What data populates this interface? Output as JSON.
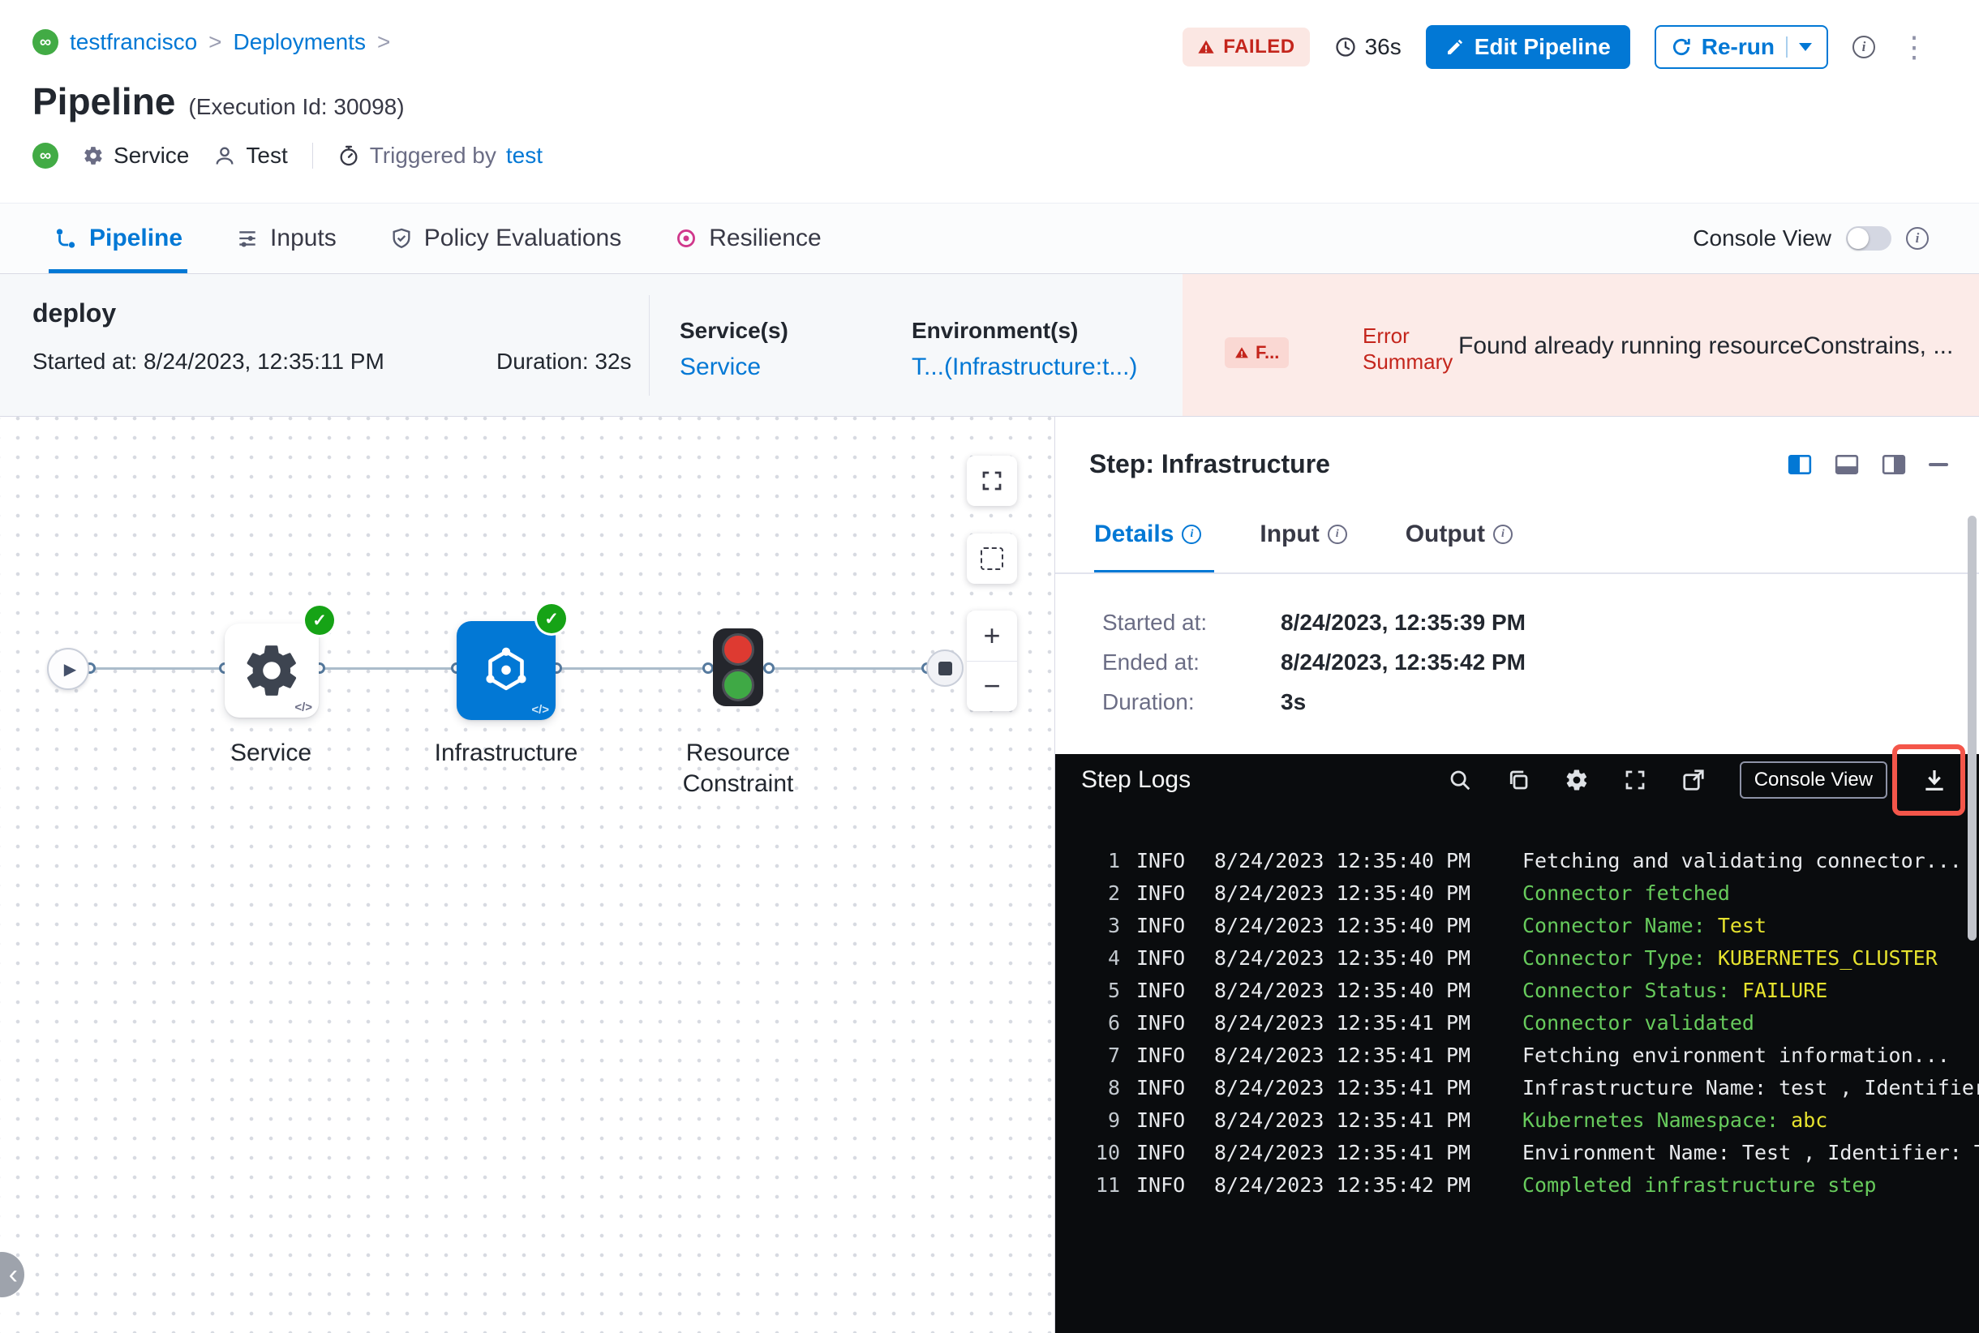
{
  "colors": {
    "accent": "#0278d5",
    "error": "#c4251c",
    "success": "#16a316",
    "log_white": "#e8eaed",
    "log_green": "#67cb5c",
    "log_yellow": "#e6e22e"
  },
  "breadcrumb": {
    "items": [
      "testfrancisco",
      "Deployments"
    ],
    "separator": ">"
  },
  "header": {
    "status": "FAILED",
    "total_duration": "36s",
    "edit_button": "Edit Pipeline",
    "rerun_button": "Re-run",
    "title": "Pipeline",
    "execution_id": "(Execution Id: 30098)",
    "service_label": "Service",
    "user_label": "Test",
    "triggered_by_label": "Triggered by",
    "triggered_by_value": "test"
  },
  "tabs": {
    "items": [
      "Pipeline",
      "Inputs",
      "Policy Evaluations",
      "Resilience"
    ],
    "console_view_label": "Console View"
  },
  "summary": {
    "stage_name": "deploy",
    "started": "Started at: 8/24/2023, 12:35:11 PM",
    "duration": "Duration: 32s",
    "services_label": "Service(s)",
    "services_value": "Service",
    "environments_label": "Environment(s)",
    "environments_value": "T...(Infrastructure:t...)",
    "error_badge": "F...",
    "error_summary_label": "Error Summary",
    "error_text": "Found already running resourceConstrains, ..."
  },
  "canvas": {
    "nodes": [
      "Service",
      "Infrastructure",
      "Resource Constraint"
    ],
    "zoom_in": "+",
    "zoom_out": "−"
  },
  "panel": {
    "title": "Step: Infrastructure",
    "tabs": [
      "Details",
      "Input",
      "Output"
    ],
    "details": [
      {
        "label": "Started at:",
        "value": "8/24/2023, 12:35:39 PM"
      },
      {
        "label": "Ended at:",
        "value": "8/24/2023, 12:35:42 PM"
      },
      {
        "label": "Duration:",
        "value": "3s"
      }
    ]
  },
  "logs": {
    "title": "Step Logs",
    "console_view_button": "Console View",
    "lines": [
      {
        "num": "1",
        "level": "INFO",
        "time": "8/24/2023 12:35:40 PM",
        "segments": [
          [
            "white",
            "Fetching and validating connector..."
          ]
        ]
      },
      {
        "num": "2",
        "level": "INFO",
        "time": "8/24/2023 12:35:40 PM",
        "segments": [
          [
            "green",
            "Connector fetched"
          ]
        ]
      },
      {
        "num": "3",
        "level": "INFO",
        "time": "8/24/2023 12:35:40 PM",
        "segments": [
          [
            "green",
            "Connector Name: "
          ],
          [
            "yellow",
            "Test"
          ]
        ]
      },
      {
        "num": "4",
        "level": "INFO",
        "time": "8/24/2023 12:35:40 PM",
        "segments": [
          [
            "green",
            "Connector Type: "
          ],
          [
            "yellow",
            "KUBERNETES_CLUSTER"
          ]
        ]
      },
      {
        "num": "5",
        "level": "INFO",
        "time": "8/24/2023 12:35:40 PM",
        "segments": [
          [
            "green",
            "Connector Status: "
          ],
          [
            "yellow",
            "FAILURE"
          ]
        ]
      },
      {
        "num": "6",
        "level": "INFO",
        "time": "8/24/2023 12:35:41 PM",
        "segments": [
          [
            "green",
            "Connector validated"
          ]
        ]
      },
      {
        "num": "7",
        "level": "INFO",
        "time": "8/24/2023 12:35:41 PM",
        "segments": [
          [
            "white",
            "Fetching environment information..."
          ]
        ]
      },
      {
        "num": "8",
        "level": "INFO",
        "time": "8/24/2023 12:35:41 PM",
        "segments": [
          [
            "white",
            "Infrastructure Name: test , Identifier: te"
          ]
        ]
      },
      {
        "num": "9",
        "level": "INFO",
        "time": "8/24/2023 12:35:41 PM",
        "segments": [
          [
            "green",
            "Kubernetes Namespace: "
          ],
          [
            "yellow",
            "abc"
          ]
        ]
      },
      {
        "num": "10",
        "level": "INFO",
        "time": "8/24/2023 12:35:41 PM",
        "segments": [
          [
            "white",
            "Environment Name: Test , Identifier: Te"
          ]
        ]
      },
      {
        "num": "11",
        "level": "INFO",
        "time": "8/24/2023 12:35:42 PM",
        "segments": [
          [
            "green",
            "Completed infrastructure step"
          ]
        ]
      }
    ]
  }
}
